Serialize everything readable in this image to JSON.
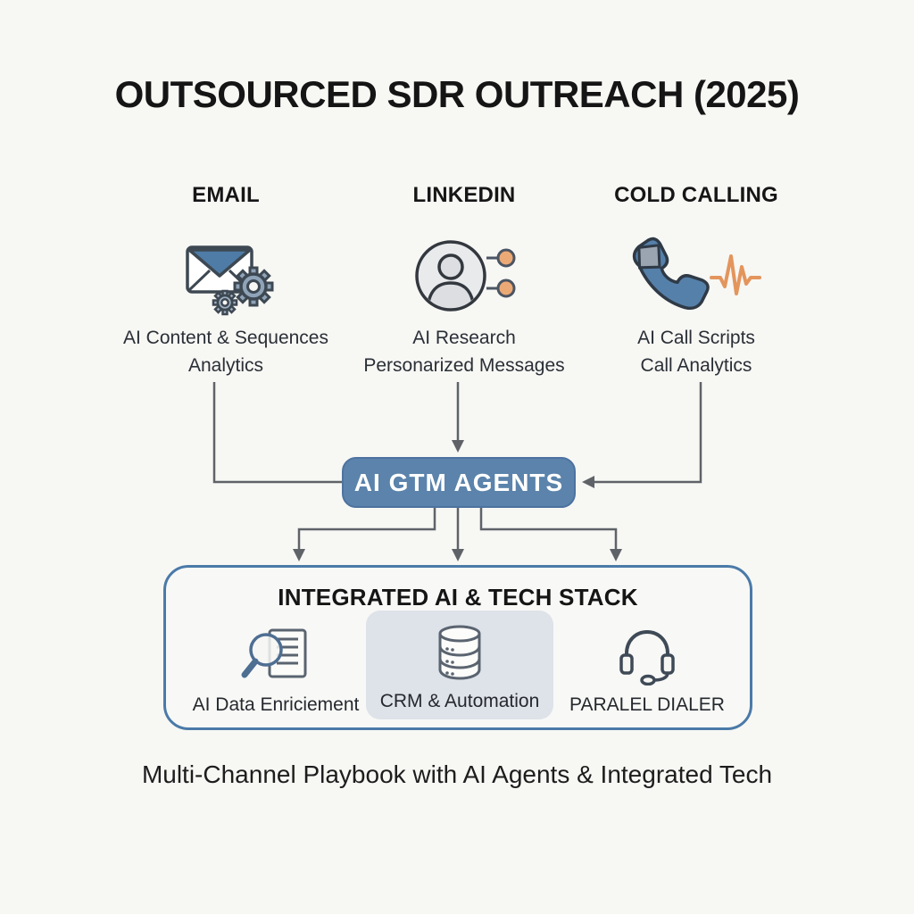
{
  "title": "OUTSOURCED SDR OUTREACH (2025)",
  "channels": [
    {
      "name": "EMAIL",
      "icon": "envelope-gears-icon",
      "line1": "AI Content & Sequences",
      "line2": "Analytics"
    },
    {
      "name": "LINKEDIN",
      "icon": "profile-network-icon",
      "line1": "AI Research",
      "line2": "Personarized Messages"
    },
    {
      "name": "COLD CALLING",
      "icon": "phone-waveform-icon",
      "line1": "AI Call Scripts",
      "line2": "Call Analytics"
    }
  ],
  "hub": {
    "label": "AI GTM AGENTS"
  },
  "tech_stack": {
    "title": "INTEGRATED AI & TECH STACK",
    "items": [
      {
        "label": "AI Data Enriciement",
        "icon": "magnifier-document-icon",
        "highlighted": false
      },
      {
        "label": "CRM & Automation",
        "icon": "database-icon",
        "highlighted": true
      },
      {
        "label": "PARALEL DIALER",
        "icon": "headset-icon",
        "highlighted": false
      }
    ]
  },
  "footer": "Multi-Channel Playbook with AI Agents & Integrated Tech",
  "colors": {
    "background": "#f7f7f4",
    "hub_fill": "#5b83ab",
    "hub_border": "#4d73a0",
    "box_border": "#4a7aa8",
    "arrow_gray": "#5f6368",
    "highlight_bg": "#dee2e9",
    "accent_orange": "#e3a26b",
    "icon_blue": "#4e7ca6",
    "icon_outline": "#3d4852"
  }
}
